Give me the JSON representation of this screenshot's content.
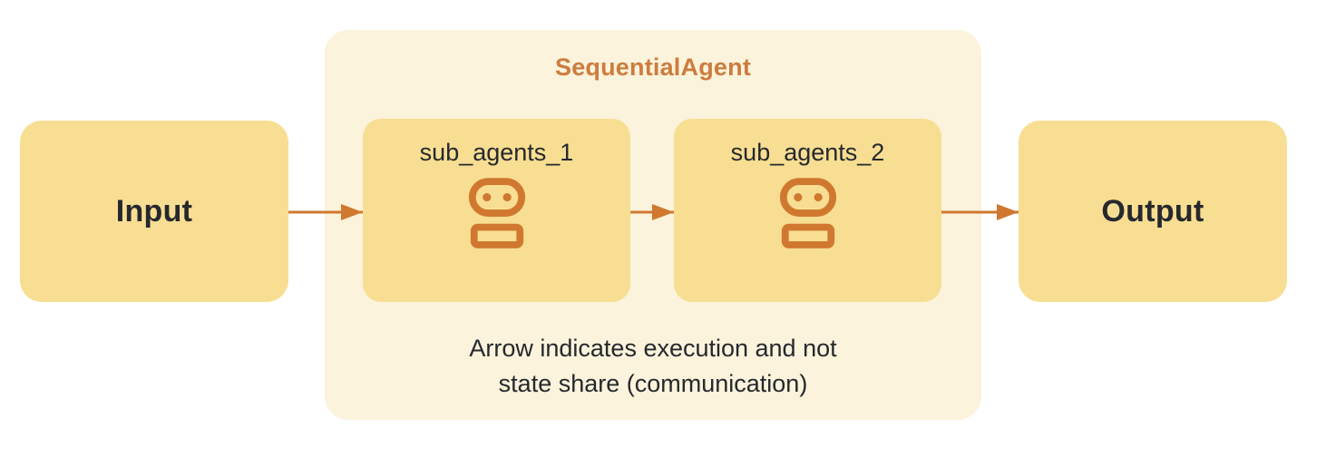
{
  "diagram": {
    "title": "SequentialAgent",
    "input_label": "Input",
    "output_label": "Output",
    "sub_agents": [
      {
        "label": "sub_agents_1"
      },
      {
        "label": "sub_agents_2"
      }
    ],
    "caption_line1": "Arrow indicates execution and not",
    "caption_line2": "state share (communication)",
    "icons": {
      "sub_agent_icon": "robot-icon",
      "connector": "arrow-right"
    },
    "colors": {
      "node_fill": "#F8DE92",
      "group_fill": "#FBF3DB",
      "accent_orange": "#D0782F",
      "title_orange": "#CD7C3E",
      "text_dark": "#26282E",
      "page_background": "#FFFFFF"
    }
  }
}
